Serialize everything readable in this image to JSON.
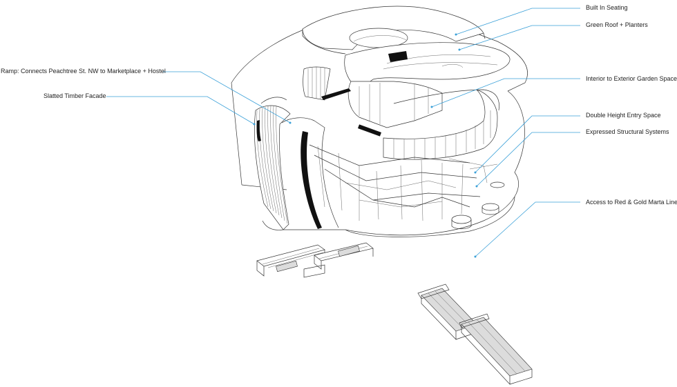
{
  "annotations": [
    {
      "id": "built-in-seating",
      "text": "Built In Seating"
    },
    {
      "id": "green-roof",
      "text": "Green Roof + Planters"
    },
    {
      "id": "ramp",
      "text": "Ramp: Connects Peachtree St. NW to Marketplace + Hostel"
    },
    {
      "id": "interior-exterior",
      "text": "Interior to Exterior Garden Space"
    },
    {
      "id": "slatted-timber",
      "text": "Slatted Timber Facade"
    },
    {
      "id": "double-height",
      "text": "Double Height Entry Space"
    },
    {
      "id": "structural",
      "text": "Expressed Structural Systems"
    },
    {
      "id": "marta-access",
      "text": "Access to Red & Gold Marta Lines"
    }
  ],
  "colors": {
    "leader_line": "#3aa0d8",
    "linework": "#333333",
    "background": "#ffffff"
  }
}
